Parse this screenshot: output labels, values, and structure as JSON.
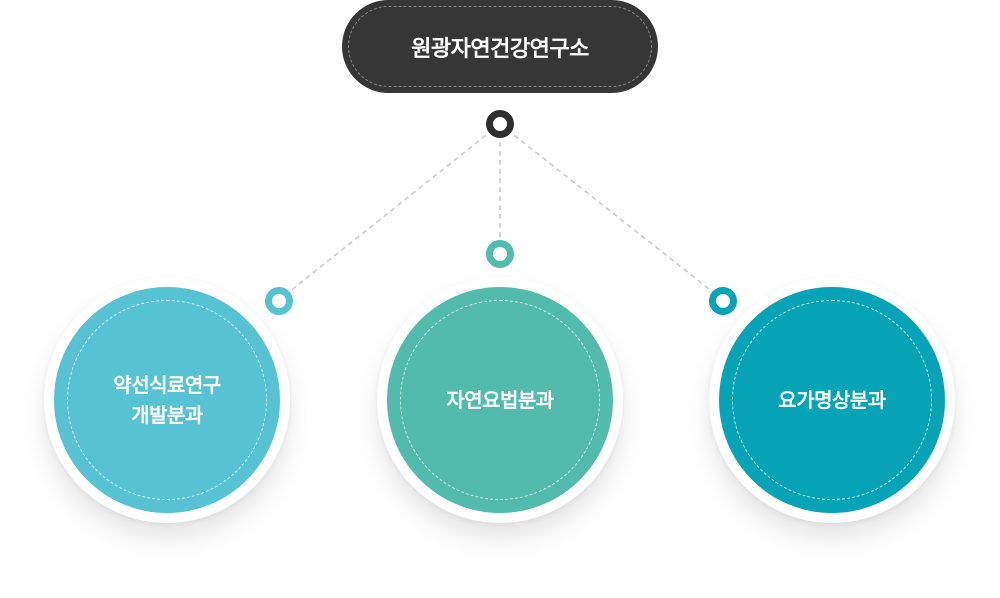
{
  "root": {
    "label": "원광자연건강연구소",
    "color": "#363636"
  },
  "departments": [
    {
      "lines": [
        "약선식료연구",
        "개발분과"
      ],
      "color": "#56c2d2"
    },
    {
      "lines": [
        "자연요법분과"
      ],
      "color": "#52bbab"
    },
    {
      "lines": [
        "요가명상분과"
      ],
      "color": "#07a3b6"
    }
  ],
  "connector_color": "#c9c9c9"
}
